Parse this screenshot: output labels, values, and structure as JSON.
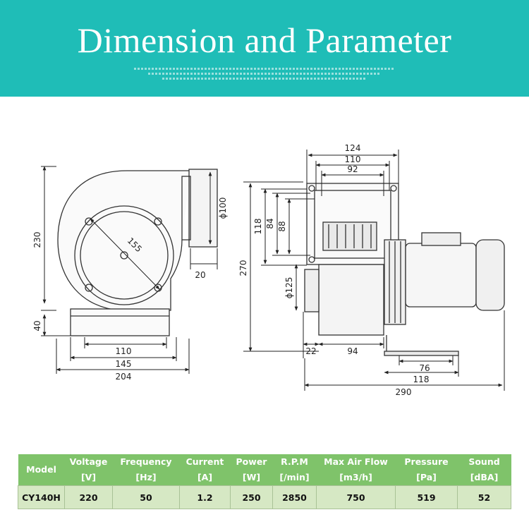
{
  "banner": {
    "title": "Dimension and Parameter",
    "color": "#1fbdb7"
  },
  "drawing": {
    "side_view": {
      "height_total": "230",
      "base_height": "40",
      "inlet_diameter": "155",
      "outlet_diameter": "ϕ100",
      "flange_depth": "20",
      "base_inner": "110",
      "base_outer": "145",
      "width_total": "204"
    },
    "front_view": {
      "flange_outer": "124",
      "flange_mid": "110",
      "flange_inner": "92",
      "height_118": "118",
      "height_84": "84",
      "height_88": "88",
      "height_total": "270",
      "housing_diameter": "ϕ125",
      "base_offset": "22",
      "base_width": "94",
      "foot_inner": "76",
      "foot_outer": "118",
      "length_total": "290"
    }
  },
  "table": {
    "header_color": "#7fc36a",
    "row_color": "#d6e8c4",
    "columns": [
      {
        "label": "Model",
        "unit": ""
      },
      {
        "label": "Voltage",
        "unit": "[V]"
      },
      {
        "label": "Frequency",
        "unit": "[Hz]"
      },
      {
        "label": "Current",
        "unit": "[A]"
      },
      {
        "label": "Power",
        "unit": "[W]"
      },
      {
        "label": "R.P.M",
        "unit": "[/min]"
      },
      {
        "label": "Max Air Flow",
        "unit": "[m3/h]"
      },
      {
        "label": "Pressure",
        "unit": "[Pa]"
      },
      {
        "label": "Sound",
        "unit": "[dBA]"
      }
    ],
    "rows": [
      [
        "CY140H",
        "220",
        "50",
        "1.2",
        "250",
        "2850",
        "750",
        "519",
        "52"
      ]
    ]
  }
}
